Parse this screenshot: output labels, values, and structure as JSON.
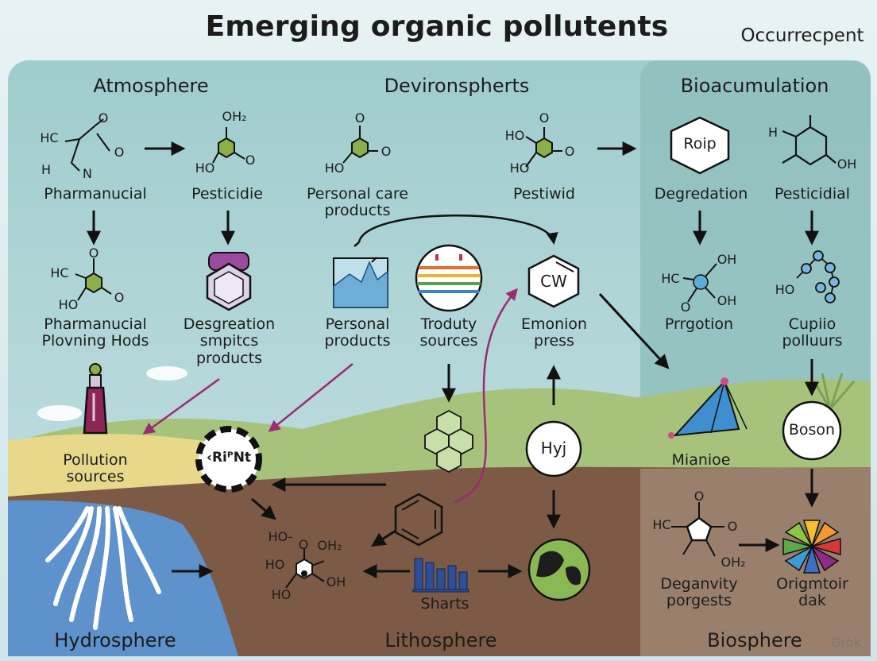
{
  "header": {
    "title": "Emerging organic pollutents",
    "corner_label": "Occurrecpent"
  },
  "sections": {
    "atmosphere": "Atmosphere",
    "devironspherts": "Devironspherts",
    "bioaccumulation": "Bioacumulation",
    "hydrosphere": "Hydrosphere",
    "lithosphere": "Lithosphere",
    "biosphere": "Biosphere"
  },
  "labels": {
    "pharmanucial": "Pharmanucial",
    "pesticidie": "Pesticidie",
    "personal_care": "Personal care\nproducts",
    "pestiwid": "Pestiwid",
    "degredation": "Degredation",
    "pesticidial": "Pesticidial",
    "pharm_plovning": "Pharmanucial\nPlovning Hods",
    "desgreation": "Desgreation\nsmpitcs\nproducts",
    "personal_products": "Personal\nproducts",
    "troduty": "Troduty\nsources",
    "emonion": "Emonion\npress",
    "prrgotion": "Prrgotion",
    "cupiio": "Cupiio\npolluurs",
    "pollution_sources": "Pollution\nsources",
    "mianioe": "Mianioe",
    "sharts": "Sharts",
    "deganvity": "Deganvity\nporgests",
    "origmtoir": "Origmtoir\ndak"
  },
  "node_text": {
    "roip": "Roip",
    "cw": "CW",
    "hyj": "Hyj",
    "boson": "Boson",
    "ripnt": "‹RiᴾNt"
  },
  "molecule_text": {
    "m1_hc": "HC",
    "m1_h": "H",
    "m1_n": "N",
    "m1_o1": "O",
    "m1_o2": "O",
    "m2_oh2": "OH₂",
    "m2_ho": "HO",
    "m2_o": "O",
    "m3_o1": "O",
    "m3_o2": "O",
    "m3_ho": "HO",
    "m4_ho1": "HO",
    "m4_ho2": "HO",
    "m4_o1": "O",
    "m4_o2": "O",
    "m5_h": "H",
    "m5_oh": "OH",
    "m6_hc": "HC",
    "m6_o1": "O",
    "m6_ho": "HO",
    "m6_o2": "O",
    "m7_hc": "HC",
    "m7_oh1": "OH",
    "m7_oh2": "OH",
    "m7_o": "O",
    "m8_ho": "HO",
    "m9_ho": "HO-",
    "m9_o": "O",
    "m9_oh2": "OH₂",
    "m9_ho2": "HO",
    "m9_ho3": "HO",
    "m9_oh": "OH",
    "m10_hc": "HC",
    "m10_o1": "O",
    "m10_o2": "O",
    "m10_oh2": "OH₂"
  },
  "watermark": "Grok",
  "colors": {
    "sky": "#dcecef",
    "panel": "#a9d0d2",
    "right_panel": "#8fbfbd",
    "grass": "#9dbf73",
    "soil": "#7a5a45",
    "water": "#5d91cc",
    "arrow": "#111111",
    "magenta": "#9c2a74",
    "green_ring": "#8bb04a"
  }
}
